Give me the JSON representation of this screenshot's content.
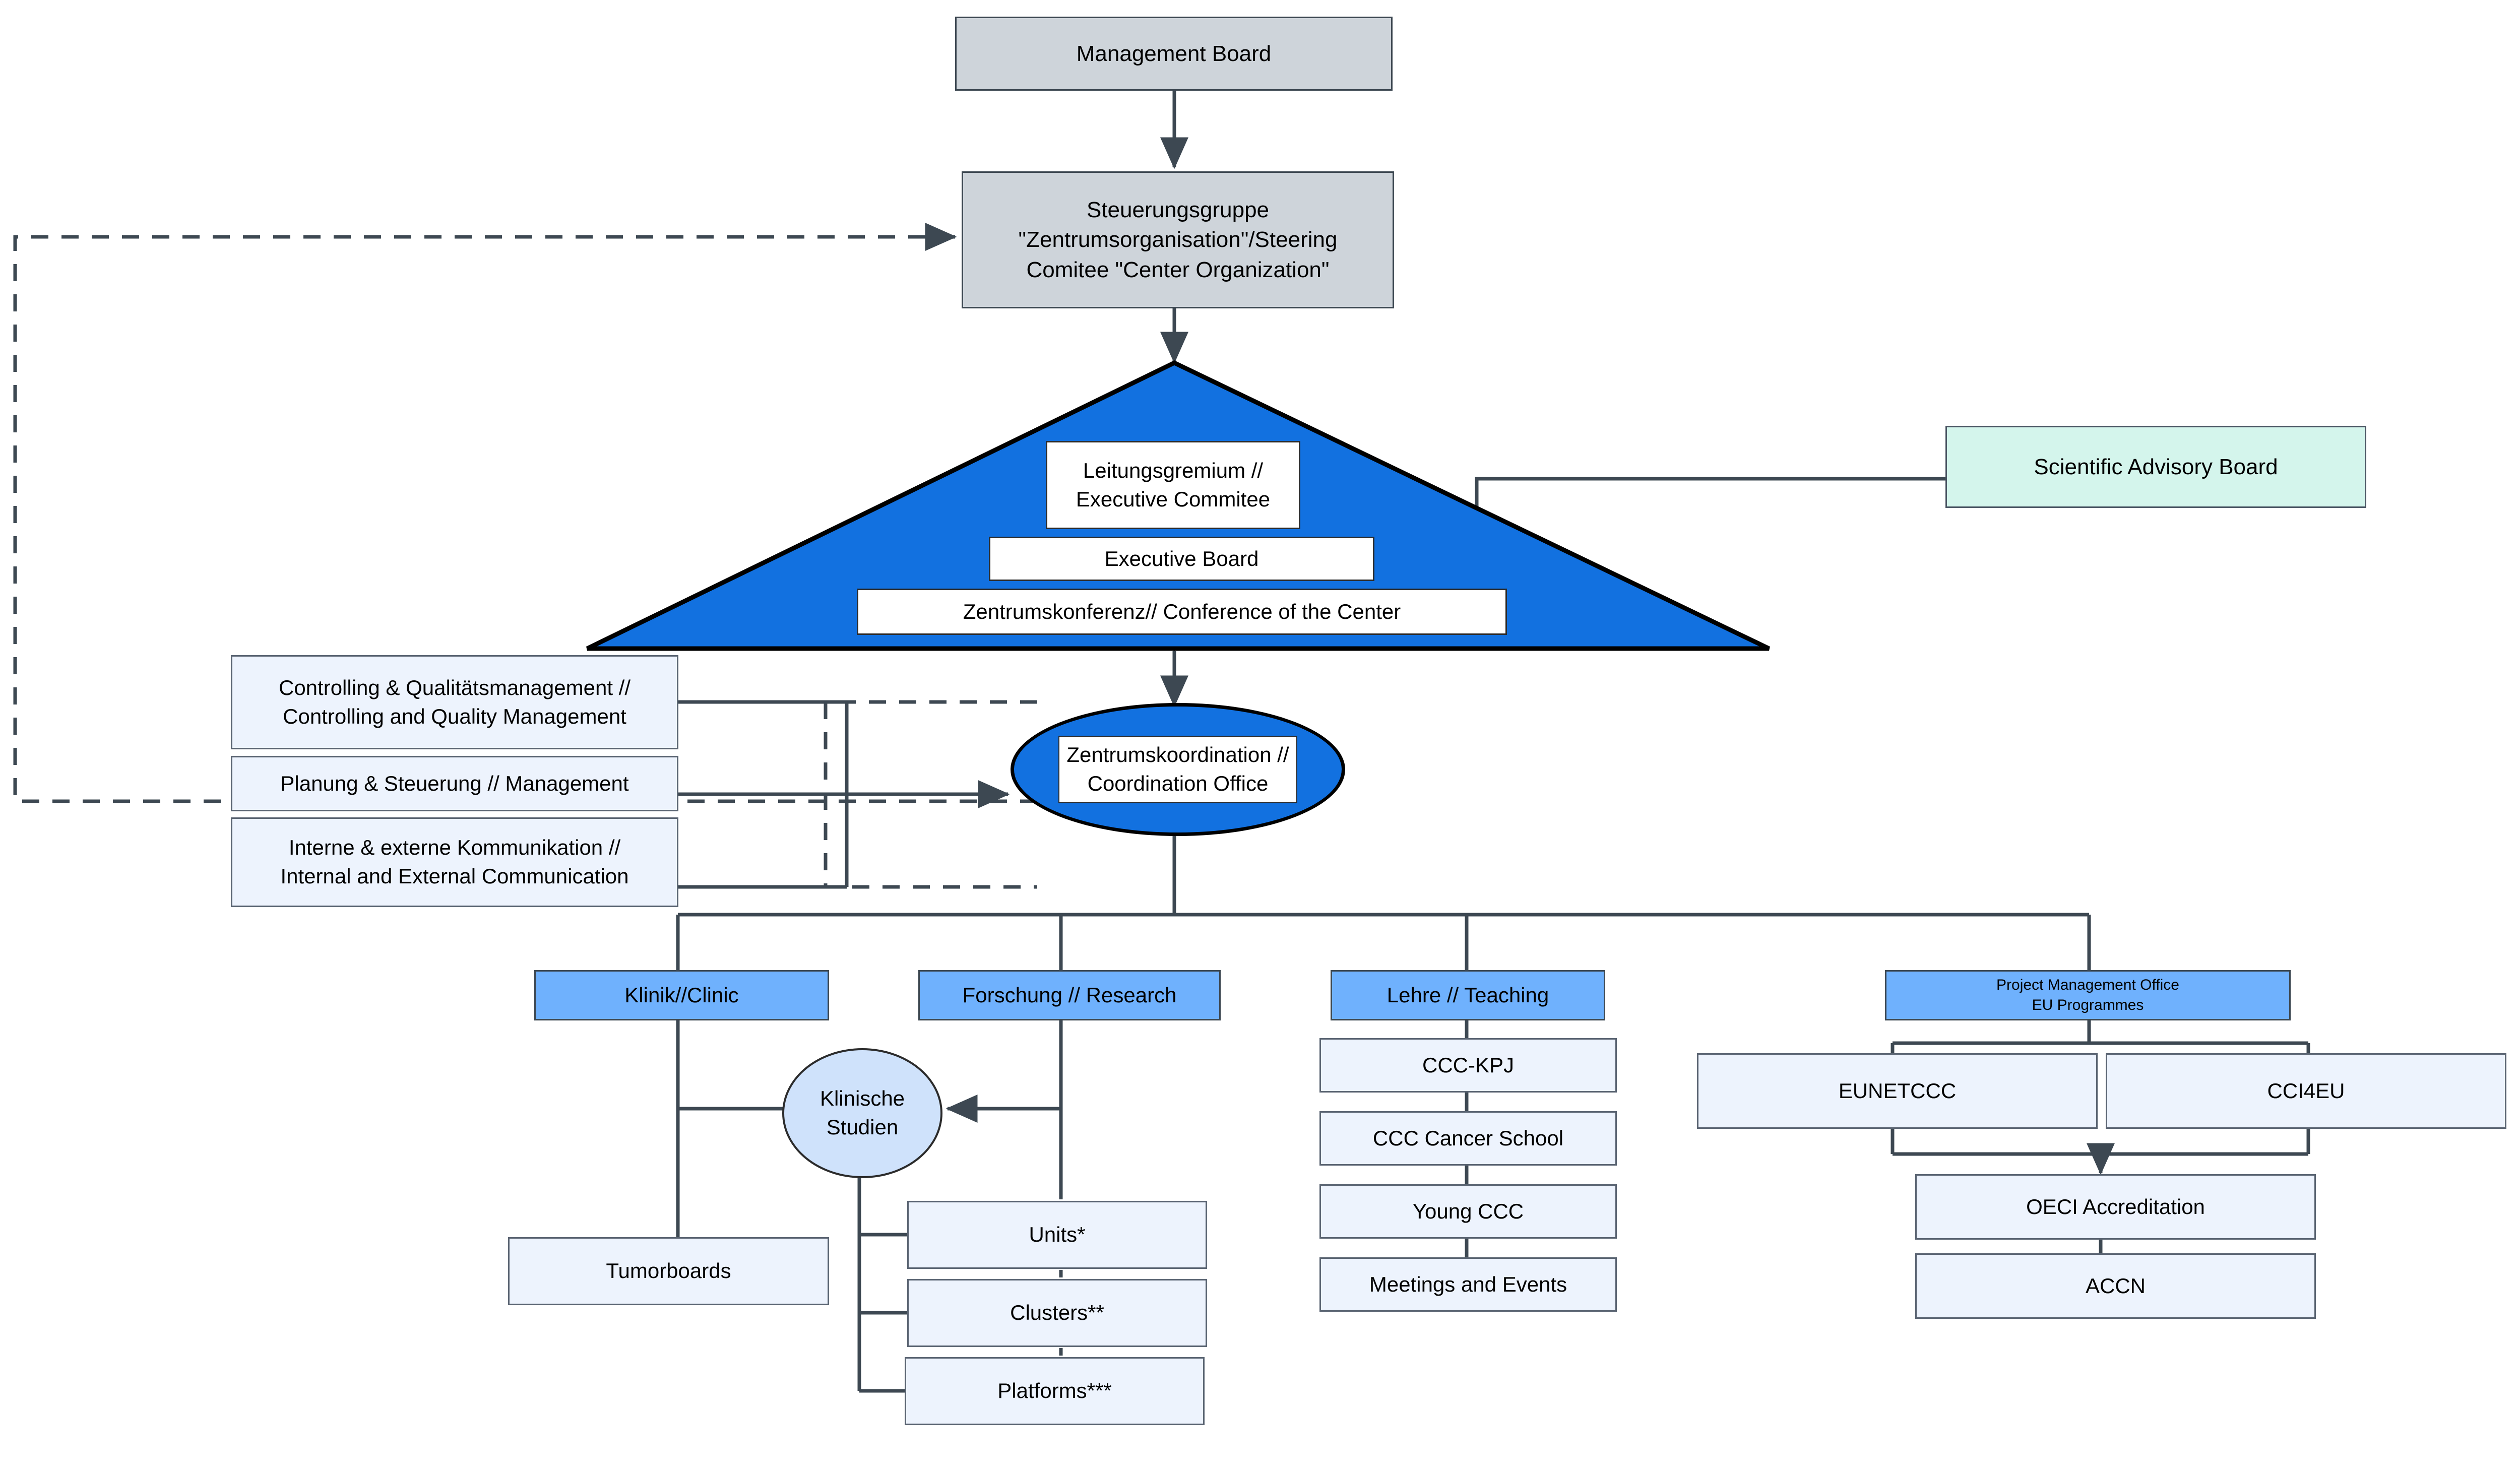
{
  "diagram": {
    "title": "Center Organization Chart",
    "colors": {
      "grey_box": "#ced4da",
      "light_blue_box": "#edf3fd",
      "blue_header": "#6fb1fd",
      "mint_box": "#d4f5ec",
      "triangle_blue": "#1271e0",
      "ellipse_blue": "#1271e0",
      "small_ellipse_blue": "#cfe2fb",
      "line": "#3d4852"
    }
  },
  "top": {
    "management_board": "Management Board",
    "steering_committee": "Steuerungsgruppe\n\"Zentrumsorganisation\"/Steering\nComitee \"Center Organization\"",
    "steering_committee_lines": [
      "Steuerungsgruppe",
      "\"Zentrumsorganisation\"/Steering",
      "Comitee \"Center Organization\""
    ]
  },
  "pyramid": {
    "executive_committee_lines": [
      "Leitungsgremium //",
      "Executive Commitee"
    ],
    "executive_board": "Executive Board",
    "center_conference": "Zentrumskonferenz// Conference of the Center"
  },
  "advisory": {
    "scientific_advisory_board": "Scientific Advisory Board"
  },
  "coordination": {
    "office_lines": [
      "Zentrumskoordination //",
      "Coordination Office"
    ]
  },
  "staff_units": [
    {
      "lines": [
        "Controlling & Qualitätsmanagement //",
        "Controlling and Quality Management"
      ]
    },
    {
      "lines": [
        "Planung & Steuerung // Management"
      ]
    },
    {
      "lines": [
        "Interne & externe Kommunikation //",
        "Internal and External Communication"
      ]
    }
  ],
  "pillars": {
    "clinic": {
      "header": "Klinik//Clinic",
      "children": [
        {
          "label": "Tumorboards"
        }
      ]
    },
    "research": {
      "header": "Forschung // Research",
      "children": [
        {
          "label": "Units*"
        },
        {
          "label": "Clusters**"
        },
        {
          "label": "Platforms***"
        }
      ]
    },
    "clinical_studies": {
      "lines": [
        "Klinische",
        "Studien"
      ]
    },
    "teaching": {
      "header": "Lehre // Teaching",
      "children": [
        {
          "label": "CCC-KPJ"
        },
        {
          "label": "CCC Cancer School"
        },
        {
          "label": "Young CCC"
        },
        {
          "label": "Meetings and Events"
        }
      ]
    },
    "pmo": {
      "header_lines": [
        "Project Management Office",
        "EU Programmes"
      ],
      "children": [
        {
          "label": "EUNETCCC"
        },
        {
          "label": "CCI4EU"
        },
        {
          "label": "OECI Accreditation"
        },
        {
          "label": "ACCN"
        }
      ]
    }
  }
}
